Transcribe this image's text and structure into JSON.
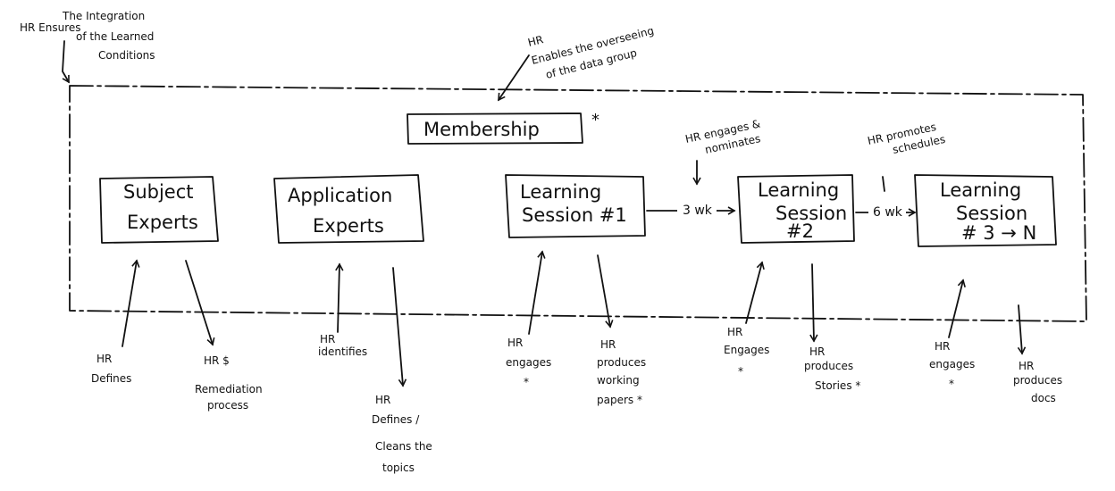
{
  "context_note": [
    "HR Ensures",
    "The Integration",
    "of the Learned",
    "Conditions"
  ],
  "membership_note": [
    "HR",
    "Enables the overseeing",
    "of the data group"
  ],
  "membership": {
    "label": "Membership",
    "mark": "*"
  },
  "boxes": {
    "subject": [
      "Subject",
      "Experts"
    ],
    "application": [
      "Application",
      "Experts"
    ],
    "session1": [
      "Learning",
      "Session #1"
    ],
    "session2": [
      "Learning",
      "Session",
      "#2"
    ],
    "session3": [
      "Learning",
      "Session",
      "# 3 → N"
    ]
  },
  "links": {
    "first": "3 wk",
    "second": "6 wk"
  },
  "top_notes": {
    "engage_nominate": [
      "HR engages &",
      "nominates"
    ],
    "promotes_schedules": [
      "HR promotes",
      "schedules"
    ]
  },
  "bottom_notes": {
    "subject_in": [
      "HR",
      "Defines"
    ],
    "subject_out": [
      "HR $",
      "Remediation",
      "process"
    ],
    "app_in": [
      "HR",
      "identifies"
    ],
    "app_out": [
      "HR",
      "Defines /",
      "Cleans the",
      "topics"
    ],
    "s1_in": [
      "HR",
      "engages",
      "*"
    ],
    "s1_out": [
      "HR",
      "produces",
      "working",
      "papers *"
    ],
    "s2_in": [
      "HR",
      "Engages",
      "*"
    ],
    "s2_out": [
      "HR",
      "produces",
      "Stories *"
    ],
    "s3_in": [
      "HR",
      "engages",
      "*"
    ],
    "s3_out": [
      "HR",
      "produces",
      "docs"
    ]
  }
}
